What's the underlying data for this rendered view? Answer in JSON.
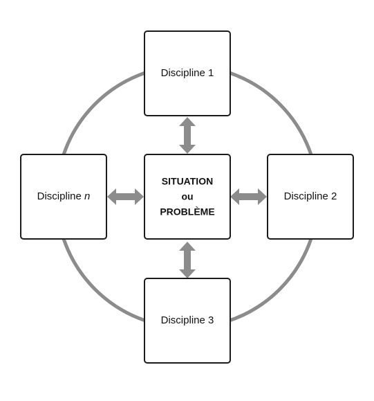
{
  "disciplines": {
    "top": "Discipline 1",
    "right": "Discipline 2",
    "bottom": "Discipline 3",
    "left_prefix": "Discipline ",
    "left_var": "n"
  },
  "center": {
    "line1": "SITUATION",
    "line2": "ou",
    "line3": "PROBLÈME"
  },
  "colors": {
    "ring": "#8c8c8c",
    "arrow": "#8c8c8c",
    "box_border": "#1a1a1a",
    "text": "#111111"
  }
}
